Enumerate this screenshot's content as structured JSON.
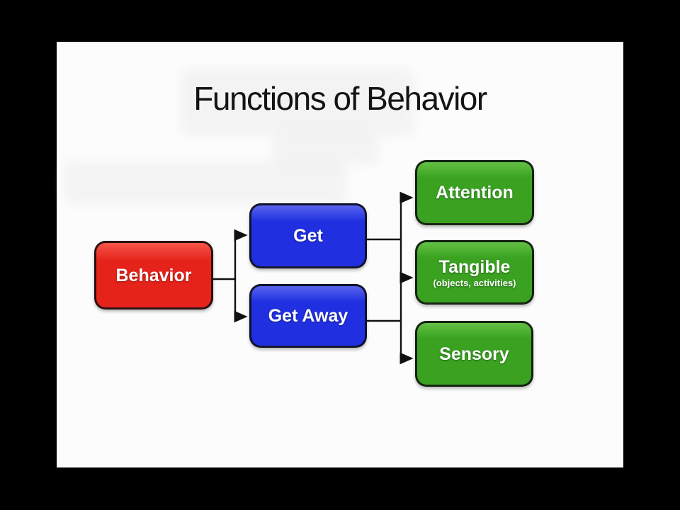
{
  "title": "Functions of Behavior",
  "nodes": [
    {
      "id": "behavior",
      "label": "Behavior",
      "color": "red"
    },
    {
      "id": "get",
      "label": "Get",
      "color": "blue"
    },
    {
      "id": "get-away",
      "label": "Get Away",
      "color": "blue"
    },
    {
      "id": "attention",
      "label": "Attention",
      "color": "green"
    },
    {
      "id": "tangible",
      "label": "Tangible",
      "sublabel": "(objects, activities)",
      "color": "green"
    },
    {
      "id": "sensory",
      "label": "Sensory",
      "color": "green"
    }
  ],
  "edges": [
    {
      "from": "behavior",
      "to": "get"
    },
    {
      "from": "behavior",
      "to": "get-away"
    },
    {
      "from": "get",
      "to": "attention"
    },
    {
      "from": "get",
      "to": "tangible"
    },
    {
      "from": "get",
      "to": "sensory"
    },
    {
      "from": "get-away",
      "to": "attention"
    },
    {
      "from": "get-away",
      "to": "tangible"
    },
    {
      "from": "get-away",
      "to": "sensory"
    }
  ],
  "colors": {
    "background": "#000000",
    "slide_bg": "#fcfcfc",
    "red": "#e5231b",
    "blue": "#2030e0",
    "green": "#3aa121",
    "line": "#111111",
    "title_text": "#141414",
    "box_text": "#ffffff"
  }
}
